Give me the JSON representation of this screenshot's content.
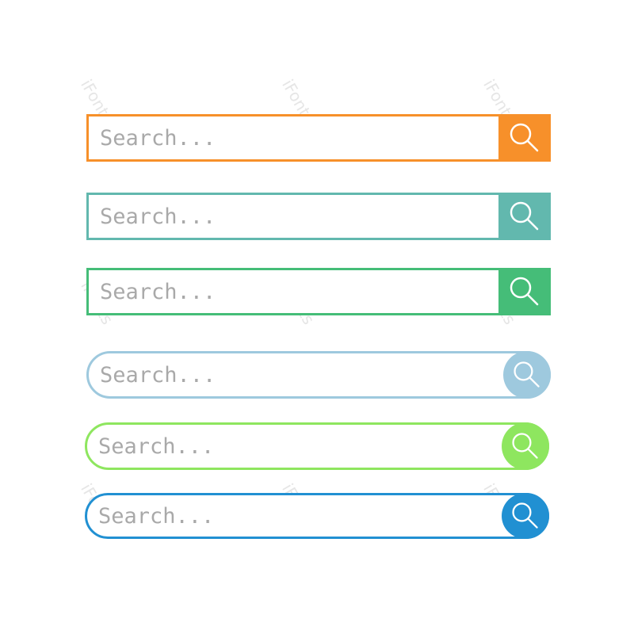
{
  "watermark": "iFonts",
  "search_bars": [
    {
      "placeholder": "Search...",
      "color": "#f7902a",
      "style": "rect",
      "icon": "search-icon"
    },
    {
      "placeholder": "Search...",
      "color": "#62b8ae",
      "style": "rect",
      "icon": "search-icon"
    },
    {
      "placeholder": "Search...",
      "color": "#45bd78",
      "style": "rect",
      "icon": "search-icon"
    },
    {
      "placeholder": "Search...",
      "color": "#9ec9de",
      "style": "rounded",
      "icon": "search-icon"
    },
    {
      "placeholder": "Search...",
      "color": "#8ee65f",
      "style": "rounded",
      "icon": "search-icon"
    },
    {
      "placeholder": "Search...",
      "color": "#2190d2",
      "style": "rounded",
      "icon": "search-icon"
    }
  ]
}
